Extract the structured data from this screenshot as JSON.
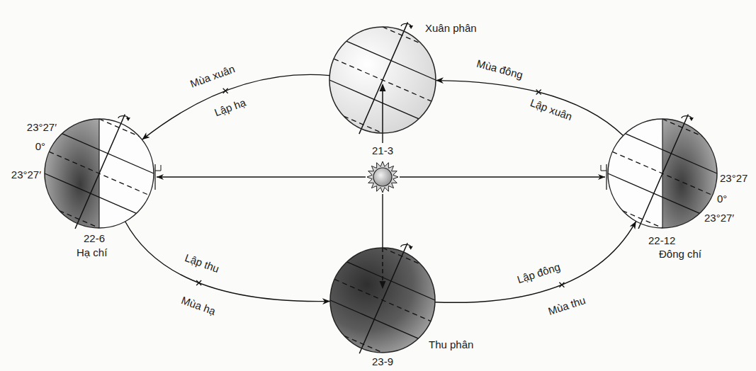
{
  "diagram": {
    "nodes": [
      {
        "text": [
          "Xuân phân",
          "21-3"
        ]
      },
      {
        "text": [
          "23°27′",
          "0°",
          "23°27′",
          "22-6",
          "Hạ chí"
        ]
      },
      {
        "text": [
          "Thu phân",
          "23-9"
        ]
      },
      {
        "text": [
          "23°27",
          "0°",
          "23°27′",
          "22-12",
          "Đông chí"
        ]
      }
    ],
    "edges": [
      {
        "from": 0,
        "to": 1,
        "label": "Mùa xuân",
        "arrow": "to"
      },
      {
        "from": 1,
        "to": 2,
        "label": "Mùa hạ",
        "arrow": "to"
      },
      {
        "from": 2,
        "to": 3,
        "label": "Mùa thu",
        "arrow": "to"
      },
      {
        "from": 3,
        "to": 0,
        "label": "Mùa đông",
        "arrow": "to"
      }
    ],
    "labels": [
      "Lập hạ",
      "Lập thu",
      "Lập đông",
      "Lập xuân"
    ]
  }
}
